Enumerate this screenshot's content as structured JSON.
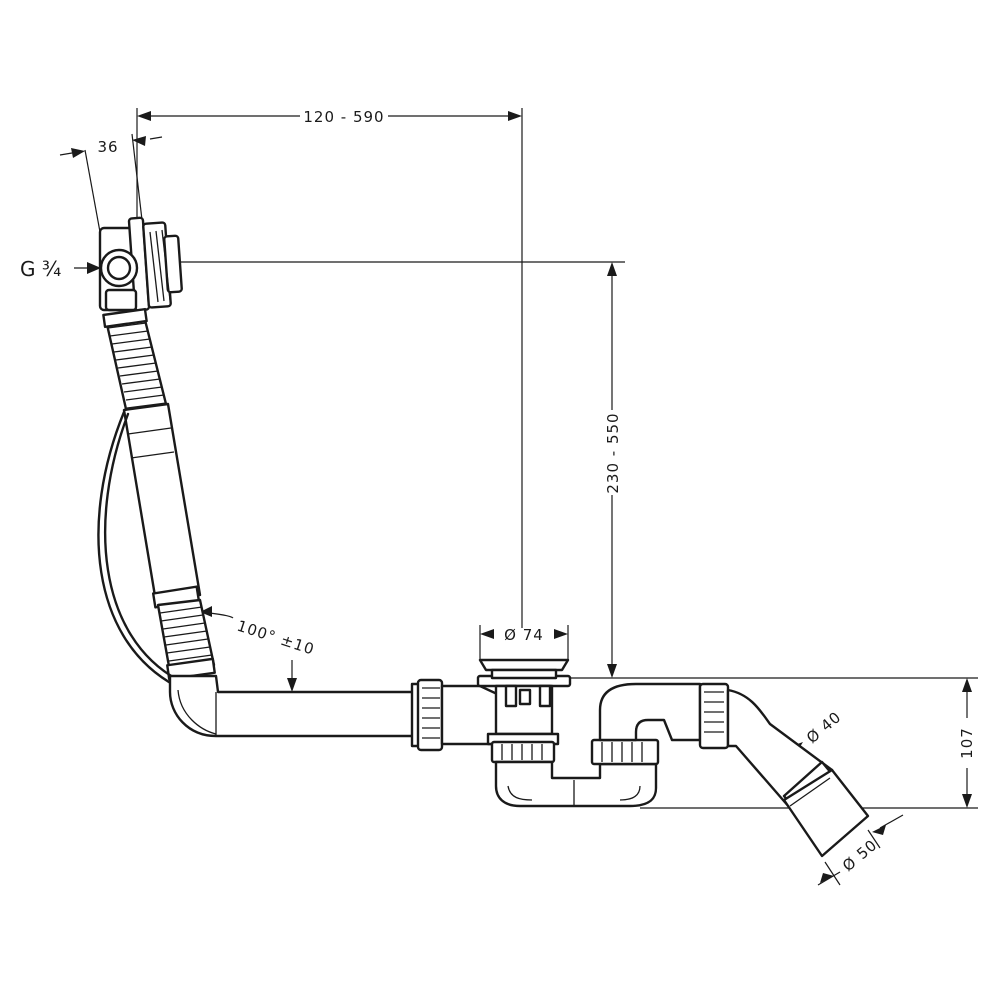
{
  "dimensions": {
    "drain_length": "120 - 590",
    "overflow_depth": "36",
    "connection_thread": "G ¾",
    "overflow_height": "230 - 550",
    "bend_angle": "100° ±10",
    "waste_diameter": "Ø 74",
    "trap_height": "107",
    "outlet_diameter_40": "Ø 40",
    "outlet_diameter_50": "Ø 50"
  }
}
